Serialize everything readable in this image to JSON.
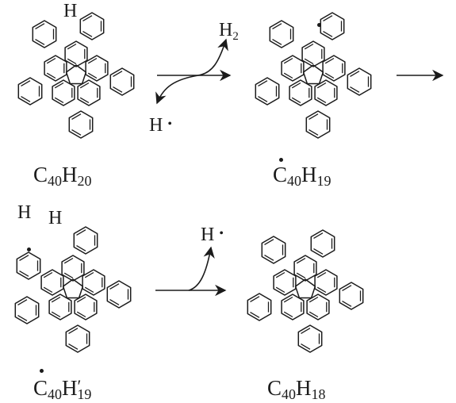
{
  "reaction": {
    "step1": {
      "reactant_formula": {
        "element_c": "C",
        "count_c": "40",
        "element_h": "H",
        "count_h": "20"
      },
      "reactant_h_label": "H",
      "abstractor_label": {
        "symbol": "H",
        "dot": "•"
      },
      "released_label": {
        "symbol": "H",
        "count": "2"
      },
      "product_formula": {
        "element_c": "C",
        "count_c": "40",
        "element_h": "H",
        "count_h": "19"
      }
    },
    "step2": {
      "intermediate_formula": {
        "element_c": "C",
        "count_c": "40",
        "element_h": "H",
        "prime": "′",
        "count_h": "19"
      },
      "intermediate_h_labels": [
        "H",
        "H"
      ],
      "released_label": {
        "symbol": "H",
        "dot": "•"
      },
      "product_formula": {
        "element_c": "C",
        "count_c": "40",
        "element_h": "H",
        "count_h": "18"
      }
    }
  },
  "colors": {
    "ink": "#1b1b1b",
    "background": "#ffffff"
  }
}
